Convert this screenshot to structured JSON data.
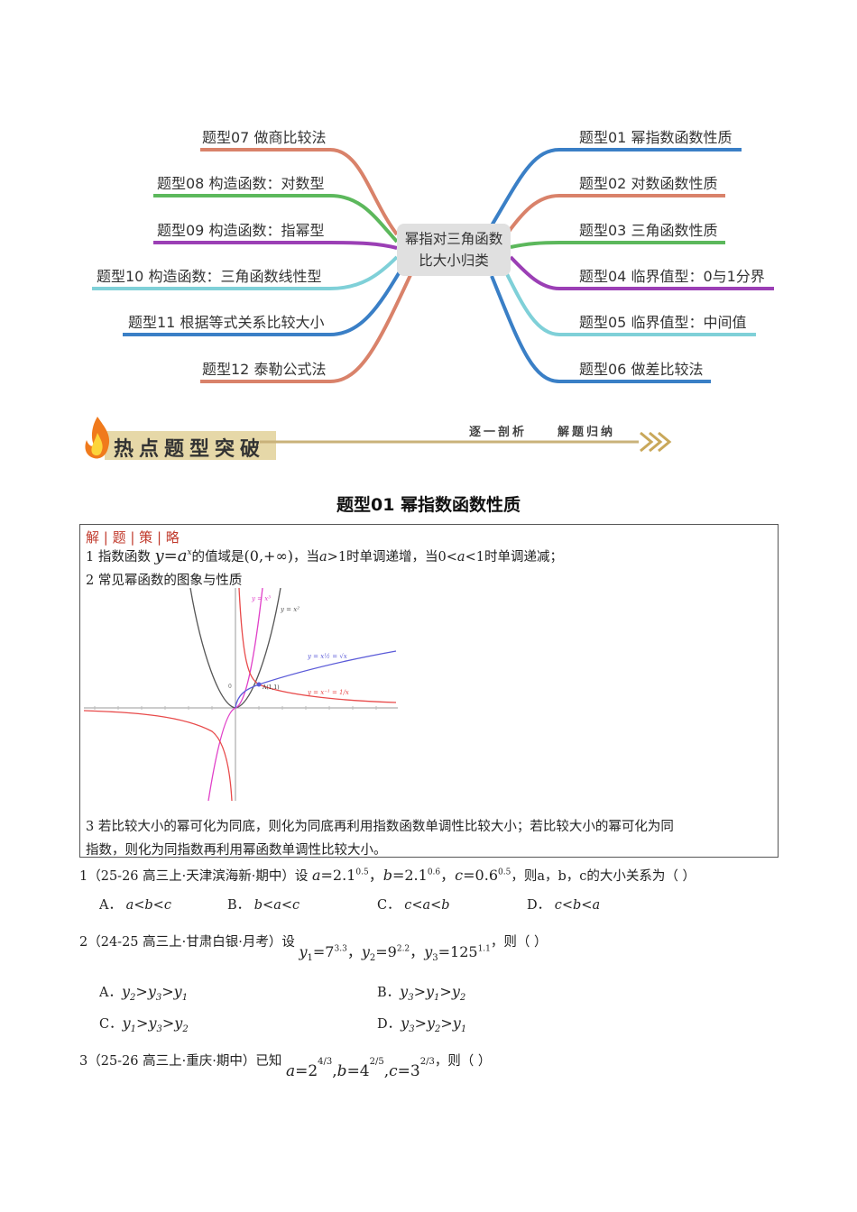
{
  "mindmap": {
    "center_line1": "幂指对三角函数",
    "center_line2": "比大小归类",
    "left": [
      {
        "label": "题型07 做商比较法",
        "color": "#d9826a"
      },
      {
        "label": "题型08 构造函数：对数型",
        "color": "#5cb85c"
      },
      {
        "label": "题型09 构造函数：指幂型",
        "color": "#9b3fb5"
      },
      {
        "label": "题型10 构造函数：三角函数线性型",
        "color": "#7fd0d8"
      },
      {
        "label": "题型11 根据等式关系比较大小",
        "color": "#3a7fc6"
      },
      {
        "label": "题型12 泰勒公式法",
        "color": "#d9826a"
      }
    ],
    "right": [
      {
        "label": "题型01 幂指数函数性质",
        "color": "#3a7fc6"
      },
      {
        "label": "题型02 对数函数性质",
        "color": "#d9826a"
      },
      {
        "label": "题型03 三角函数性质",
        "color": "#5cb85c"
      },
      {
        "label": "题型04 临界值型：0与1分界",
        "color": "#9b3fb5"
      },
      {
        "label": "题型05 临界值型：中间值",
        "color": "#7fd0d8"
      },
      {
        "label": "题型06 做差比较法",
        "color": "#3a7fc6"
      }
    ]
  },
  "banner": {
    "title": "热点题型突破",
    "tag1": "逐一剖析",
    "tag2": "解题归纳"
  },
  "section_title": "题型01  幂指数函数性质",
  "strategy": {
    "heading": "解 | 题 | 策 | 略",
    "line1_prefix": "1 指数函数",
    "line1_mid": "的值域是",
    "line1_a": "，当",
    "line1_b": "时单调递增，当",
    "line1_c": "时单调递减；",
    "line2": "2 常见幂函数的图象与性质",
    "line3": "3 若比较大小的幂可化为同底，则化为同底再利用指数函数单调性比较大小；若比较大小的幂可化为同",
    "line4": "指数，则化为同指数再利用幂函数单调性比较大小。"
  },
  "graph": {
    "labels": {
      "pow3": "y = x³",
      "pow2": "y = x²",
      "sqrt": "y = x½ = √x",
      "inv": "y = x⁻¹ = 1/x",
      "point": "A(1,1)",
      "origin": "0"
    },
    "colors": {
      "pow3": "#e040c8",
      "pow2": "#555555",
      "sqrt": "#5a5ad8",
      "inv": "#e84a4a"
    }
  },
  "q1": {
    "text_prefix": "1（25-26 高三上·天津滨海新·期中）设",
    "text_suffix": "，则a，b，c的大小关系为（    ）",
    "options": [
      {
        "letter": "A．",
        "text": "a<b<c"
      },
      {
        "letter": "B．",
        "text": "b<a<c"
      },
      {
        "letter": "C．",
        "text": "c<a<b"
      },
      {
        "letter": "D．",
        "text": "c<b<a"
      }
    ]
  },
  "q2": {
    "text_prefix": "2（24-25 高三上·甘肃白银·月考）设",
    "text_suffix": "，则（     ）",
    "options": [
      {
        "letter": "A．",
        "text": "y2>y3>y1"
      },
      {
        "letter": "B．",
        "text": "y3>y1>y2"
      },
      {
        "letter": "C．",
        "text": "y1>y3>y2"
      },
      {
        "letter": "D．",
        "text": "y3>y2>y1"
      }
    ]
  },
  "q3": {
    "text_prefix": "3（25-26 高三上·重庆·期中）已知",
    "text_suffix": "，则（     ）"
  }
}
